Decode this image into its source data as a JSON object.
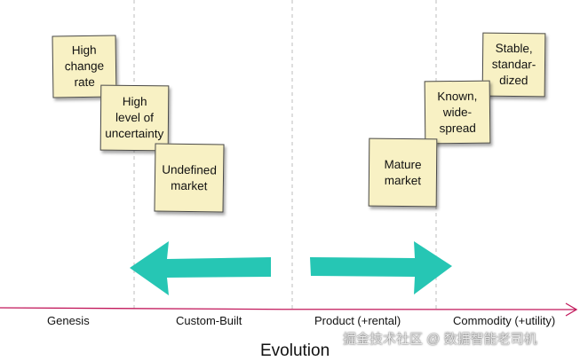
{
  "stickies": [
    {
      "text": "High\nchange\nrate"
    },
    {
      "text": "High\nlevel of\nuncertainty"
    },
    {
      "text": "Undefined\nmarket"
    },
    {
      "text": "Mature\nmarket"
    },
    {
      "text": "Known,\nwide-\nspread"
    },
    {
      "text": "Stable,\nstandar-\ndized"
    }
  ],
  "stages": [
    "Genesis",
    "Custom-Built",
    "Product (+rental)",
    "Commodity (+utility)"
  ],
  "axis_title": "Evolution",
  "watermark": "掘金技术社区 @ 数据智能老司机",
  "colors": {
    "arrow": "#26c6b4",
    "axis": "#c2185b",
    "sticky": "#f8f1c4",
    "divider": "#bdbdbd"
  }
}
